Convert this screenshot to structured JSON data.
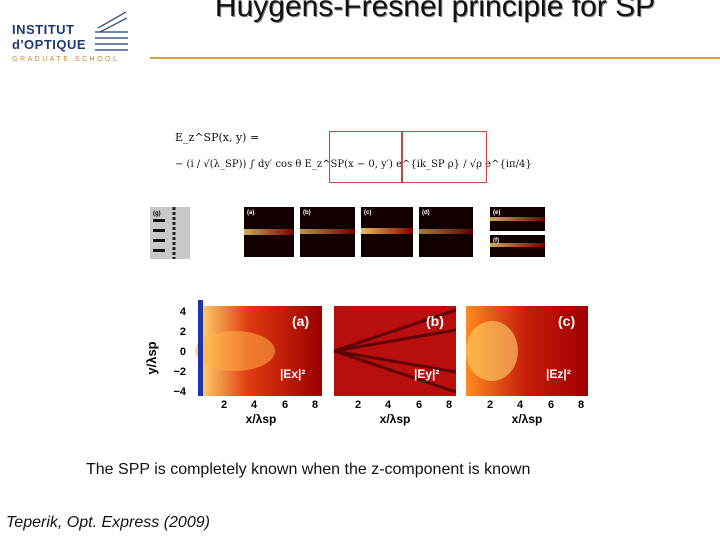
{
  "logo": {
    "line1": "INSTITUT",
    "line2": "d'OPTIQUE",
    "line3": "GRADUATE SCHOOL",
    "accent": "#d4a33a",
    "brand": "#1d3b73"
  },
  "title": "Huygens-Fresnel principle for SP",
  "equation": {
    "line1": "E_z^SP(x, y) =",
    "line2": "− (i / √(λ_SP)) ∫ dy′  cos θ  E_z^SP(x − 0, y′)  e^{ik_SP ρ} / √ρ  e^{iπ/4}"
  },
  "figure_top": {
    "panels": [
      "(a)",
      "(b)",
      "(c)",
      "(d)",
      "(e)",
      "(f)",
      "(g)"
    ]
  },
  "figure_bottom": {
    "ylabel": "y/λsp",
    "xlabel": "x/λsp",
    "yticks": [
      "4",
      "2",
      "0",
      "−2",
      "−4"
    ],
    "xticks": [
      "2",
      "4",
      "6",
      "8"
    ],
    "panels": [
      {
        "tag": "(a)",
        "field": "|Ex|²"
      },
      {
        "tag": "(b)",
        "field": "|Ey|²"
      },
      {
        "tag": "(c)",
        "field": "|Ez|²"
      }
    ]
  },
  "caption": "The SPP is completely known when the z-component is known",
  "reference": "Teperik, Opt. Express (2009)"
}
